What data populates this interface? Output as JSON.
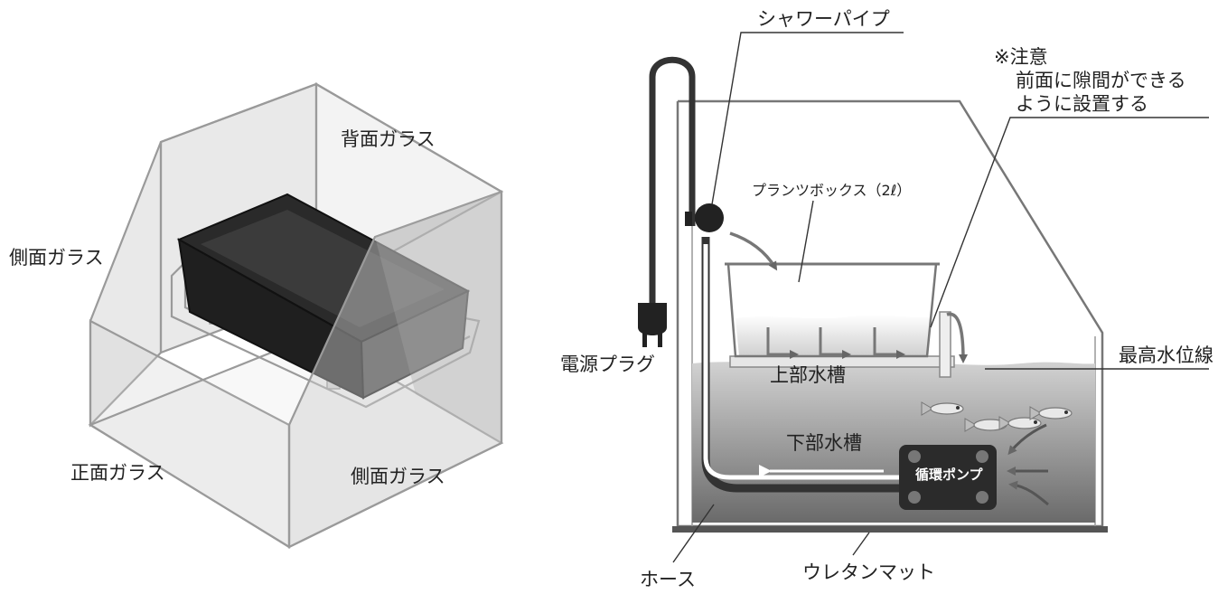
{
  "left_figure": {
    "labels": {
      "back_glass": "背面ガラス",
      "side_glass_left": "側面ガラス",
      "front_glass": "正面ガラス",
      "side_glass_right": "側面ガラス"
    }
  },
  "right_figure": {
    "labels": {
      "shower_pipe": "シャワーパイプ",
      "note_line1": "※注意",
      "note_line2": "前面に隙間ができる",
      "note_line3": "ように設置する",
      "plants_box": "プランツボックス（2ℓ）",
      "power_plug": "電源プラグ",
      "upper_tank": "上部水槽",
      "max_water_line": "最高水位線",
      "lower_tank": "下部水槽",
      "circulation_pump": "循環ポンプ",
      "hose": "ホース",
      "urethane_mat": "ウレタンマット"
    },
    "colors": {
      "water_top": "#c9c9c9",
      "water_bottom": "#6e6e6e",
      "pipe": "#333333",
      "pump": "#2b2b2b",
      "mat": "#555555"
    }
  }
}
